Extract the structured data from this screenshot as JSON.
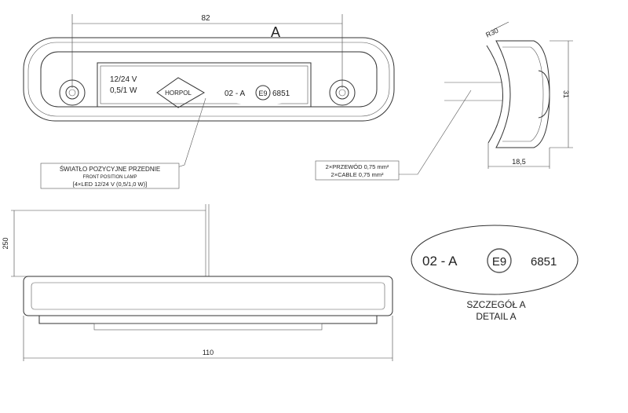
{
  "top_view": {
    "dim_width": "82",
    "detail_marker": "A",
    "lens_voltage": "12/24 V",
    "lens_power": "0,5/1 W",
    "logo": "HORPOL",
    "approval_prefix": "02 - A",
    "approval_mark": "E9",
    "approval_number": "6851"
  },
  "label_lamp": {
    "line1": "ŚWIATŁO POZYCYJNE PRZEDNIE",
    "line2": "FRONT POSITION LAMP",
    "line3": "[4×LED 12/24 V (0,5/1,0 W)]"
  },
  "label_cable": {
    "line1": "2×PRZEWÓD 0,75 mm²",
    "line2": "2×CABLE 0,75 mm²"
  },
  "side_view": {
    "radius": "R30",
    "height": "31",
    "depth": "18,5"
  },
  "bottom_view": {
    "cable_length": "250",
    "length": "110"
  },
  "detail_a": {
    "prefix": "02 - A",
    "mark": "E9",
    "number": "6851",
    "title_pl": "SZCZEGÓŁ A",
    "title_en": "DETAIL A"
  }
}
